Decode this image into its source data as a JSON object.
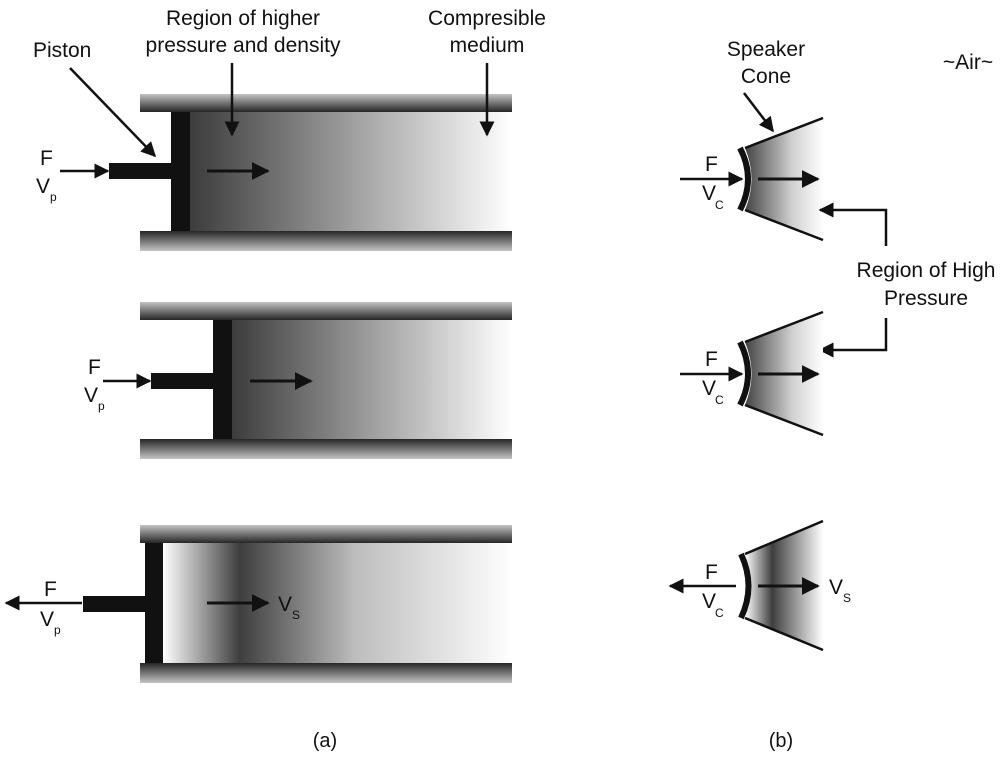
{
  "panel_a": {
    "caption": "(a)",
    "labels": {
      "piston": "Piston",
      "region_line1": "Region of higher",
      "region_line2": "pressure and density",
      "medium_line1": "Compresible",
      "medium_line2": "medium"
    },
    "rows": [
      {
        "force": "F",
        "velocity": "V",
        "velocity_sub": "p",
        "right_velocity": "",
        "right_velocity_sub": ""
      },
      {
        "force": "F",
        "velocity": "V",
        "velocity_sub": "p",
        "right_velocity": "",
        "right_velocity_sub": ""
      },
      {
        "force": "F",
        "velocity": "V",
        "velocity_sub": "p",
        "right_velocity": "V",
        "right_velocity_sub": "S"
      }
    ]
  },
  "panel_b": {
    "caption": "(b)",
    "labels": {
      "cone_line1": "Speaker",
      "cone_line2": "Cone",
      "air": "~Air~",
      "region_line1": "Region of High",
      "region_line2": "Pressure"
    },
    "rows": [
      {
        "force": "F",
        "velocity": "V",
        "velocity_sub": "C",
        "right_velocity": "",
        "right_velocity_sub": ""
      },
      {
        "force": "F",
        "velocity": "V",
        "velocity_sub": "C",
        "right_velocity": "",
        "right_velocity_sub": ""
      },
      {
        "force": "F",
        "velocity": "V",
        "velocity_sub": "C",
        "right_velocity": "V",
        "right_velocity_sub": "S"
      }
    ]
  },
  "colors": {
    "ink": "#111111",
    "wall_dark": "#2a2a2a",
    "wall_light": "#c8c8c8",
    "pressure_dark": "#3a3a3a",
    "pressure_light": "#ffffff"
  }
}
